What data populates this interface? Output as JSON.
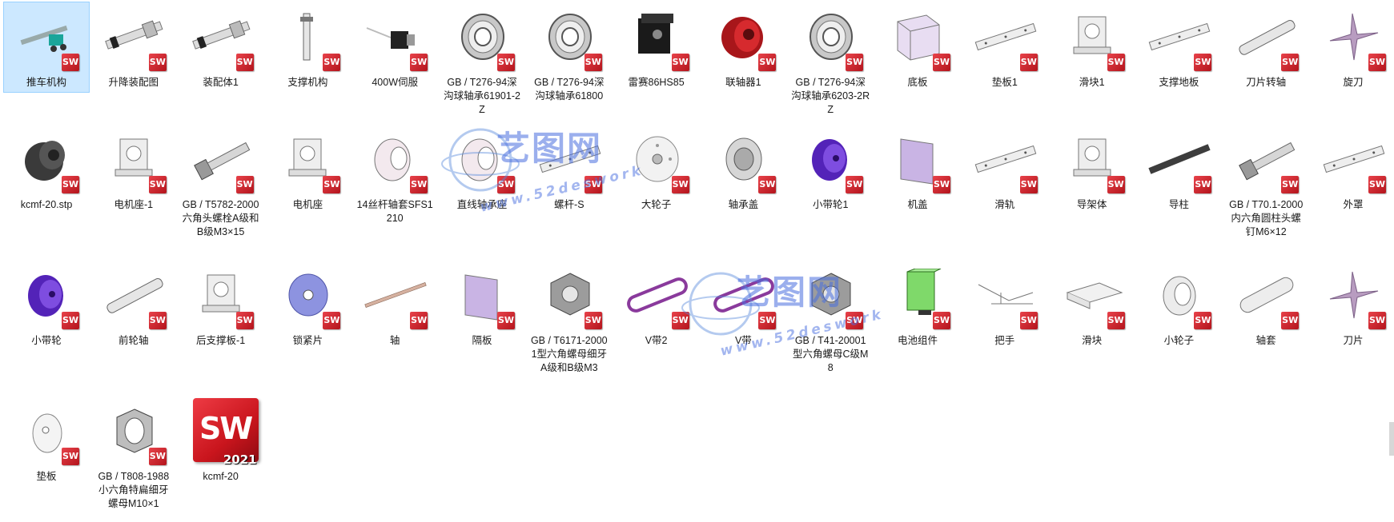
{
  "window": {
    "view": "large-icons"
  },
  "files": [
    {
      "label": "推车机构",
      "shape": "assembly-cart",
      "selected": true
    },
    {
      "label": "升降装配图",
      "shape": "assembly-long"
    },
    {
      "label": "装配体1",
      "shape": "assembly-long"
    },
    {
      "label": "支撑机构",
      "shape": "bar-vertical"
    },
    {
      "label": "400W伺服",
      "shape": "motor-small"
    },
    {
      "label": "GB / T276-94深沟球轴承61901-2Z",
      "shape": "bearing"
    },
    {
      "label": "GB / T276-94深沟球轴承61800",
      "shape": "bearing"
    },
    {
      "label": "雷赛86HS85",
      "shape": "motor-black"
    },
    {
      "label": "联轴器1",
      "shape": "coupling-red"
    },
    {
      "label": "GB / T276-94深沟球轴承6203-2RZ",
      "shape": "bearing"
    },
    {
      "label": "底板",
      "shape": "box-open"
    },
    {
      "label": "垫板1",
      "shape": "plate-long"
    },
    {
      "label": "滑块1",
      "shape": "bracket"
    },
    {
      "label": "支撑地板",
      "shape": "plate-long"
    },
    {
      "label": "刀片转轴",
      "shape": "shaft"
    },
    {
      "label": "旋刀",
      "shape": "blade-cross"
    },
    {
      "label": "kcmf-20.stp",
      "shape": "flange-dark"
    },
    {
      "label": "电机座-1",
      "shape": "bracket"
    },
    {
      "label": "GB / T5782-2000六角头螺栓A级和B级M3×15",
      "shape": "bolt"
    },
    {
      "label": "电机座",
      "shape": "bracket"
    },
    {
      "label": "14丝杆轴套SFS1210",
      "shape": "flange"
    },
    {
      "label": "直线轴承座",
      "shape": "flange"
    },
    {
      "label": "螺杆-S",
      "shape": "plate-long"
    },
    {
      "label": "大轮子",
      "shape": "wheel"
    },
    {
      "label": "轴承盖",
      "shape": "cap"
    },
    {
      "label": "小带轮1",
      "shape": "pulley-purple"
    },
    {
      "label": "机盖",
      "shape": "plate-purple"
    },
    {
      "label": "滑轨",
      "shape": "plate-long"
    },
    {
      "label": "导架体",
      "shape": "bracket"
    },
    {
      "label": "导柱",
      "shape": "rod-dark"
    },
    {
      "label": "GB / T70.1-2000内六角圆柱头螺钉M6×12",
      "shape": "bolt"
    },
    {
      "label": "外罩",
      "shape": "plate-long"
    },
    {
      "label": "小带轮",
      "shape": "pulley-purple"
    },
    {
      "label": "前轮轴",
      "shape": "shaft"
    },
    {
      "label": "后支撑板-1",
      "shape": "bracket"
    },
    {
      "label": "锁紧片",
      "shape": "disc-blue"
    },
    {
      "label": "轴",
      "shape": "rod-thin"
    },
    {
      "label": "隔板",
      "shape": "plate-purple"
    },
    {
      "label": "GB / T6171-20001型六角螺母细牙A级和B级M3",
      "shape": "nut"
    },
    {
      "label": "V带2",
      "shape": "belt"
    },
    {
      "label": "V带",
      "shape": "belt"
    },
    {
      "label": "GB / T41-20001型六角螺母C级M8",
      "shape": "nut"
    },
    {
      "label": "电池组件",
      "shape": "battery"
    },
    {
      "label": "把手",
      "shape": "frame"
    },
    {
      "label": "滑块",
      "shape": "plate-flat"
    },
    {
      "label": "小轮子",
      "shape": "ring"
    },
    {
      "label": "轴套",
      "shape": "tube"
    },
    {
      "label": "刀片",
      "shape": "blade-cross"
    },
    {
      "label": "垫板",
      "shape": "washer"
    },
    {
      "label": "GB / T808-1988小六角特扁细牙螺母M10×1",
      "shape": "nut-thin"
    },
    {
      "label": "kcmf-20",
      "shape": "sw-app",
      "app_badge": "SW",
      "app_year": "2021"
    }
  ],
  "badge": {
    "text": "SW",
    "color": "#d0161f"
  },
  "watermark": {
    "cn": "艺图网",
    "url": "www.52deswork"
  }
}
